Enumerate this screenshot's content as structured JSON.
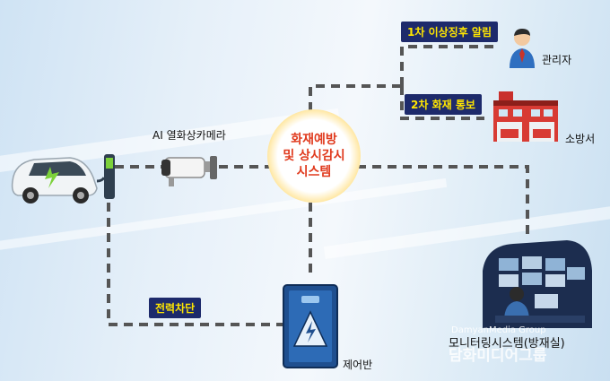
{
  "center": {
    "line1": "화재예방",
    "line2": "및 상시감시",
    "line3": "시스템"
  },
  "labels": {
    "camera": "AI 열화상카메라",
    "admin": "관리자",
    "fire_station": "소방서",
    "control_panel": "제어반",
    "monitoring": "모니터링시스템(방재실)"
  },
  "tags": {
    "first_alert": "1차 이상징후 알림",
    "second_alert": "2차 화재 통보",
    "power_cut": "전력차단"
  },
  "watermark": {
    "en": "DamyanMedia Group",
    "ko": "담화미디어그룹"
  },
  "colors": {
    "line": "#555555",
    "tag_bg": "#1d2a6b",
    "tag_text": "#ffe600",
    "center_text": "#e03a1e"
  }
}
